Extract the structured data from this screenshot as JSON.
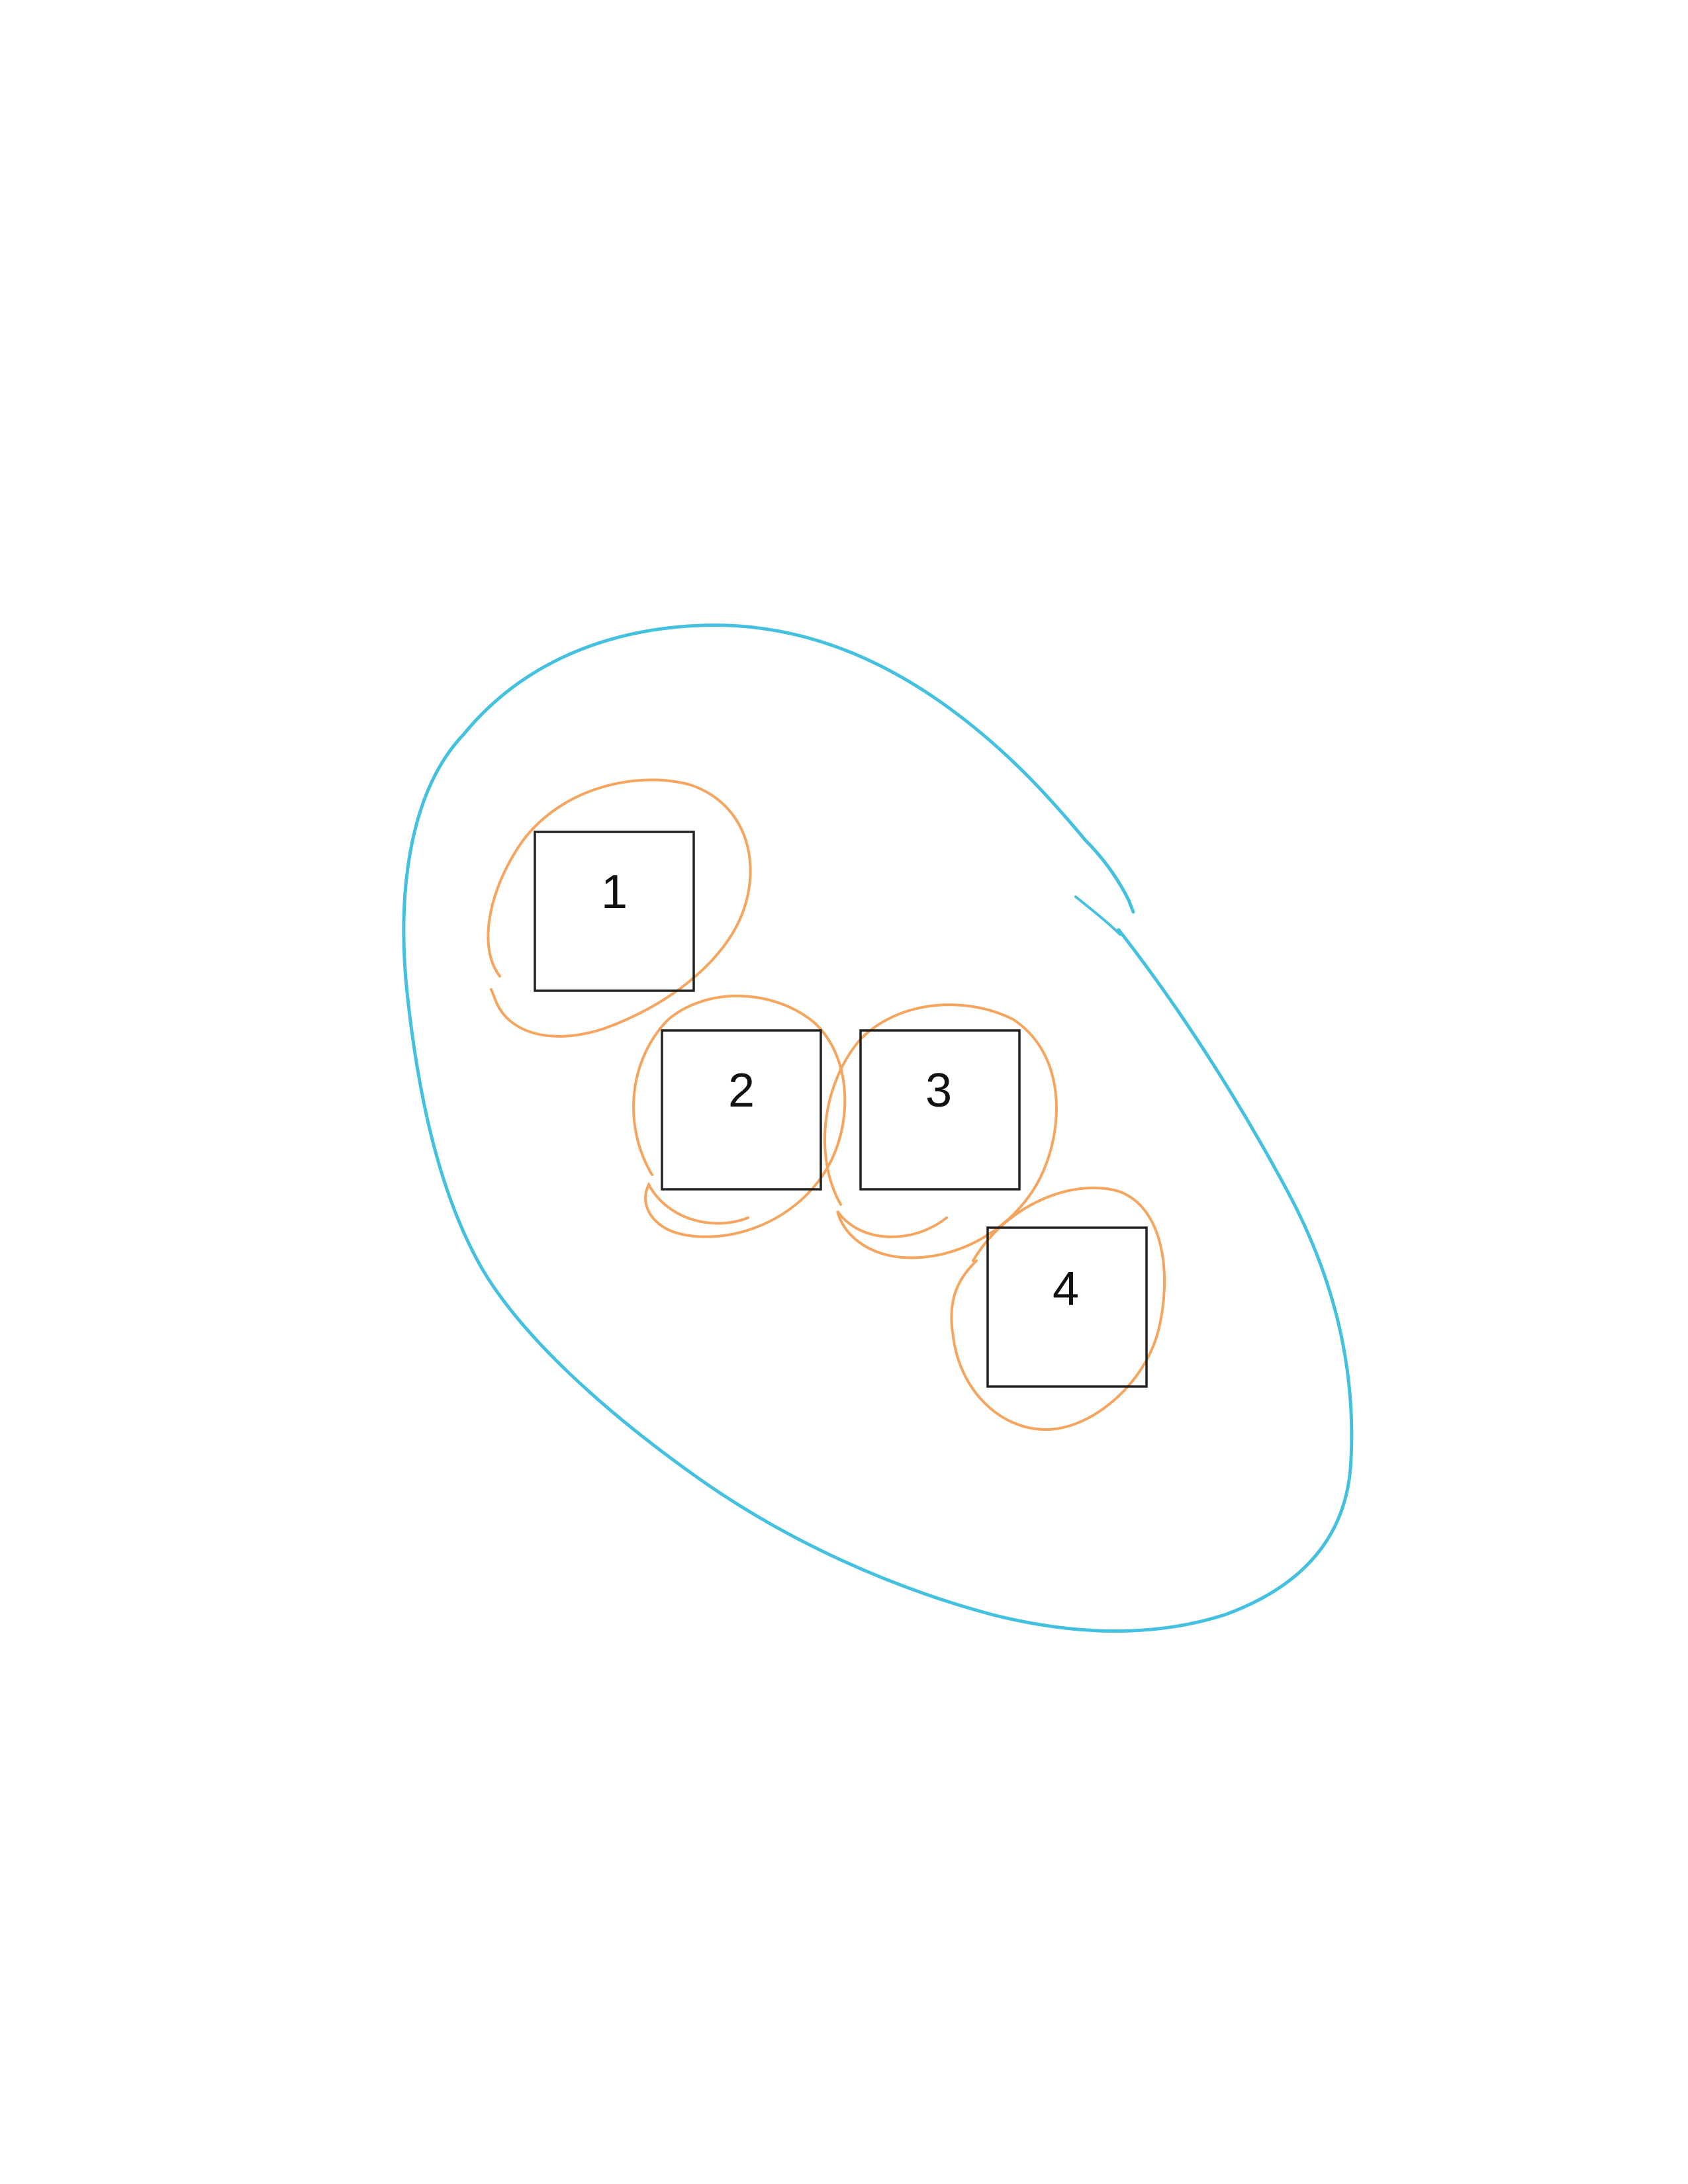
{
  "colors": {
    "outer_loop": "#45c1e0",
    "inner_loops": "#f5a55e",
    "box_stroke": "#222222",
    "background": "#ffffff"
  },
  "boxes": [
    {
      "label": "1"
    },
    {
      "label": "2"
    },
    {
      "label": "3"
    },
    {
      "label": "4"
    }
  ]
}
